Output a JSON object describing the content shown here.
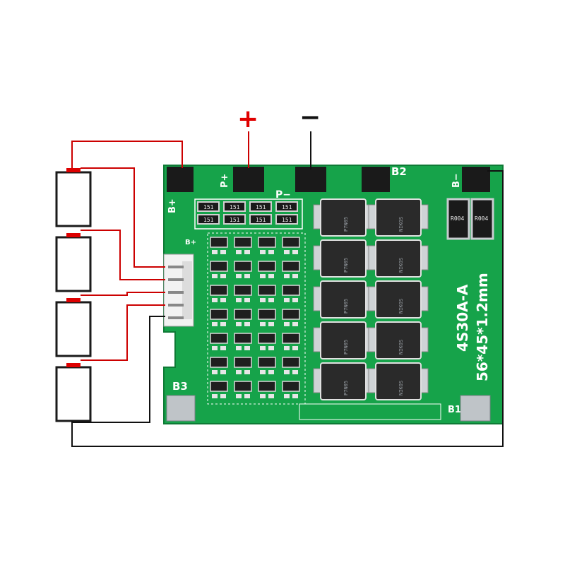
{
  "terminals": {
    "plus_sign": "+",
    "minus_sign": "−"
  },
  "board": {
    "pcb_color": "#16a34a",
    "wire_red": "#cc0000",
    "wire_black": "#111111",
    "pad_labels": {
      "b_plus_top": "B+",
      "p_plus": "P+",
      "p_minus": "P−",
      "b2": "B2",
      "b_minus": "B−",
      "b_plus_connector": "B+",
      "b3": "B3",
      "b1": "B1"
    },
    "model_text": "4S30A-A",
    "size_text": "56*45*1.2mm",
    "resistor_labels": [
      "R004",
      "R004"
    ],
    "smd_resistor_labels": [
      "151",
      "151",
      "151",
      "151",
      "151",
      "151",
      "151",
      "151"
    ],
    "mosfet_labels": [
      "P7N05",
      "NIKOS",
      "P7N05",
      "NIKOS",
      "P7N05",
      "NIKOS",
      "P7N05",
      "NIKOS",
      "P7N05",
      "NIKOS"
    ]
  },
  "battery_cells": [
    "cell-1",
    "cell-2",
    "cell-3",
    "cell-4"
  ]
}
